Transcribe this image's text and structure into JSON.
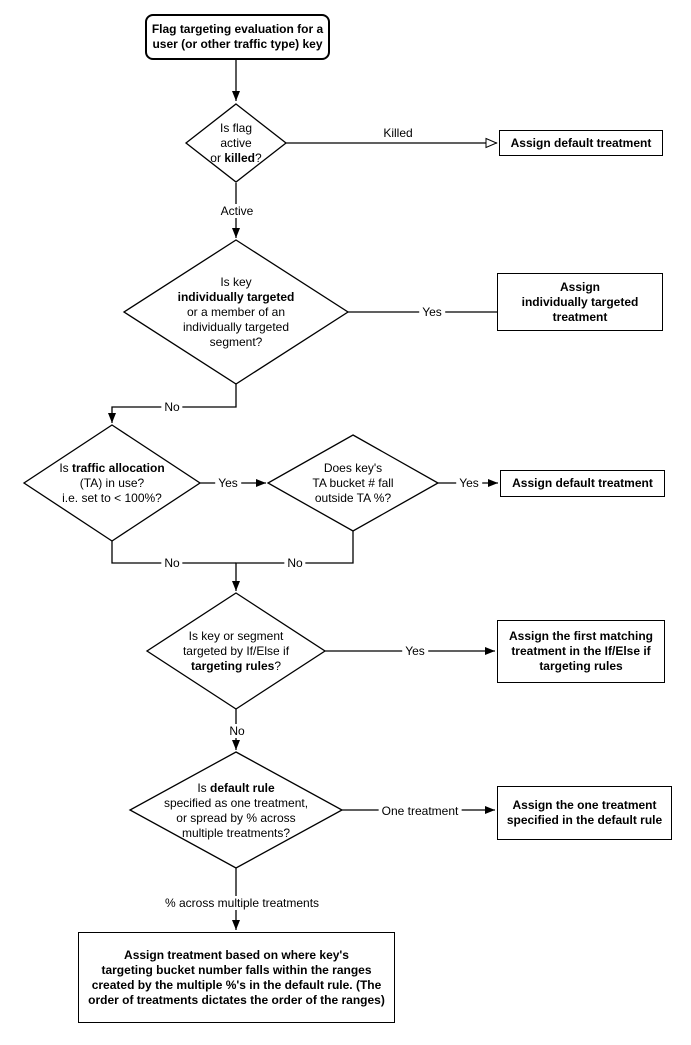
{
  "diagram": {
    "type": "flowchart",
    "title": "Flag targeting evaluation for a user (or other traffic type) key",
    "colors": {
      "background": "#ffffff",
      "stroke": "#000000",
      "text": "#000000",
      "node_fill": "#ffffff"
    },
    "nodes": {
      "start": {
        "shape": "rounded-rect",
        "line1": "Flag targeting evaluation for a",
        "line2": "user (or other traffic type) key"
      },
      "d_flag_active": {
        "shape": "diamond",
        "line1": "Is flag",
        "line2": "active",
        "line3_pre": "or ",
        "line3_bold": "killed",
        "line3_post": "?"
      },
      "box_default_1": {
        "shape": "rect",
        "line1": "Assign default treatment"
      },
      "d_individually_targeted": {
        "shape": "diamond",
        "line1": "Is key",
        "line2_bold": "individually targeted",
        "line3": "or a member of an",
        "line4": "individually targeted",
        "line5": "segment?"
      },
      "box_individual": {
        "shape": "rect",
        "line1": "Assign",
        "line2": "individually targeted",
        "line3": "treatment"
      },
      "d_traffic_allocation": {
        "shape": "diamond",
        "line1_pre": "Is ",
        "line1_bold": "traffic allocation",
        "line2": "(TA) in use?",
        "line3": "i.e. set to < 100%?"
      },
      "d_ta_bucket": {
        "shape": "diamond",
        "line1": "Does key's",
        "line2": "TA bucket # fall",
        "line3": "outside TA %?"
      },
      "box_default_2": {
        "shape": "rect",
        "line1": "Assign default treatment"
      },
      "d_targeting_rules": {
        "shape": "diamond",
        "line1": "Is key or segment",
        "line2": "targeted by If/Else if",
        "line3_bold": "targeting rules",
        "line3_post": "?"
      },
      "box_first_matching": {
        "shape": "rect",
        "line1": "Assign the first matching",
        "line2": "treatment in the If/Else if",
        "line3": "targeting rules"
      },
      "d_default_rule": {
        "shape": "diamond",
        "line1_pre": "Is ",
        "line1_bold": "default rule",
        "line2": "specified as one treatment,",
        "line3": "or spread by % across",
        "line4": "multiple treatments?"
      },
      "box_one_treatment": {
        "shape": "rect",
        "line1": "Assign the one treatment",
        "line2": "specified in the default rule"
      },
      "box_ranges": {
        "shape": "rect",
        "line1": "Assign treatment based on where key's",
        "line2": "targeting bucket number falls within the ranges",
        "line3": "created by the multiple %'s in the default rule. (The",
        "line4": "order of treatments dictates the order of the ranges)"
      }
    },
    "edge_labels": {
      "killed": "Killed",
      "active": "Active",
      "yes_individual": "Yes",
      "no_individual": "No",
      "yes_ta": "Yes",
      "yes_bucket": "Yes",
      "no_ta": "No",
      "no_bucket": "No",
      "yes_rules": "Yes",
      "no_rules": "No",
      "one_treatment": "One treatment",
      "pct_across": "% across multiple treatments"
    }
  }
}
